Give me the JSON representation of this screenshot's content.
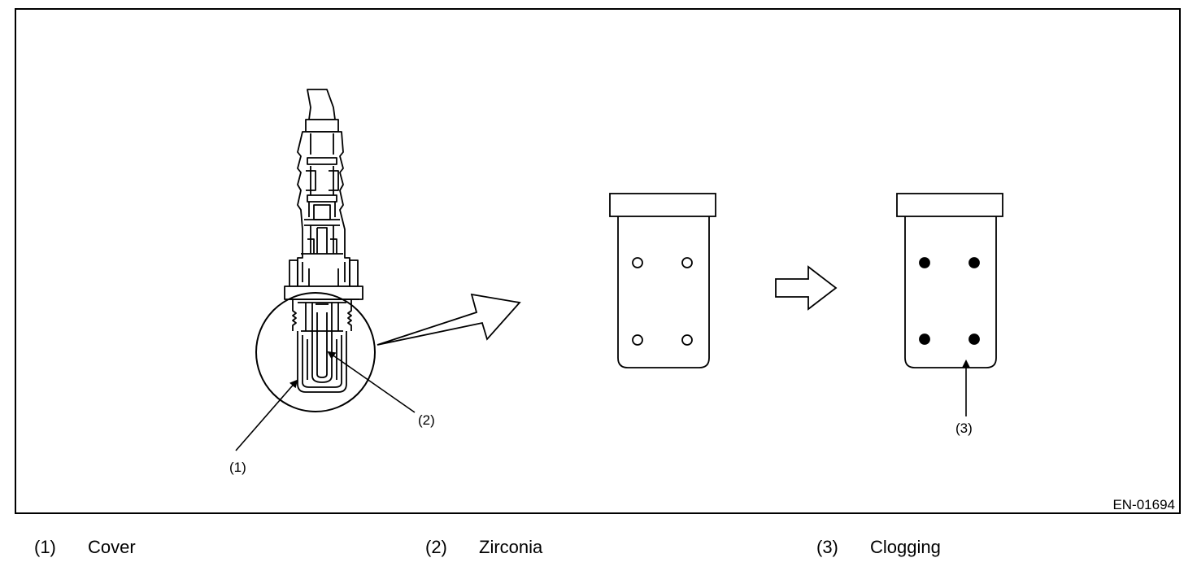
{
  "figure": {
    "id_code": "EN-01694",
    "callouts": [
      "(1)",
      "(2)",
      "(3)"
    ]
  },
  "legend": [
    {
      "num": "(1)",
      "label": "Cover"
    },
    {
      "num": "(2)",
      "label": "Zirconia"
    },
    {
      "num": "(3)",
      "label": "Clogging"
    }
  ]
}
